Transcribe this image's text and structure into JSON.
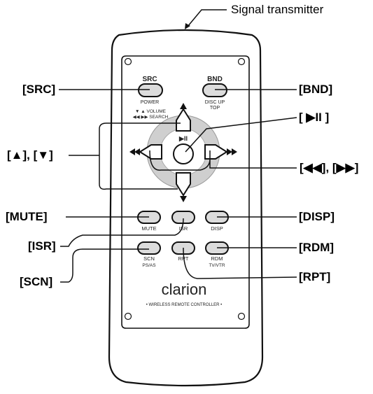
{
  "callouts": {
    "signal_transmitter": "Signal transmitter",
    "src": "[SRC]",
    "bnd": "[BND]",
    "play_pause": "[ ▶II ]",
    "up_down": "[▲], [▼]",
    "prev_next": "[◀◀], [▶▶]",
    "mute": "[MUTE]",
    "disp": "[DISP]",
    "isr": "[ISR]",
    "rdm": "[RDM]",
    "scn": "[SCN]",
    "rpt": "[RPT]"
  },
  "remote": {
    "src_label": "SRC",
    "src_sub": "POWER",
    "bnd_label": "BND",
    "bnd_sub1": "DISC UP",
    "bnd_sub2": "TOP",
    "volume_label": "▼ ▲  VOLUME",
    "search_label": "◀◀ ▶▶  SEARCH",
    "play_symbol": "▶II",
    "mute_label": "MUTE",
    "isr_label": "ISR",
    "disp_label": "DISP",
    "scn_label": "SCN",
    "scn_sub": "PS/AS",
    "rpt_label": "RPT",
    "rdm_label": "RDM",
    "rdm_sub": "TV/VTR",
    "brand": "clarion",
    "model": "• WIRELESS REMOTE CONTROLLER •"
  },
  "colors": {
    "button_fill": "#dcdcdc",
    "ring_fill": "#cfcfcf",
    "outline": "#111111"
  }
}
